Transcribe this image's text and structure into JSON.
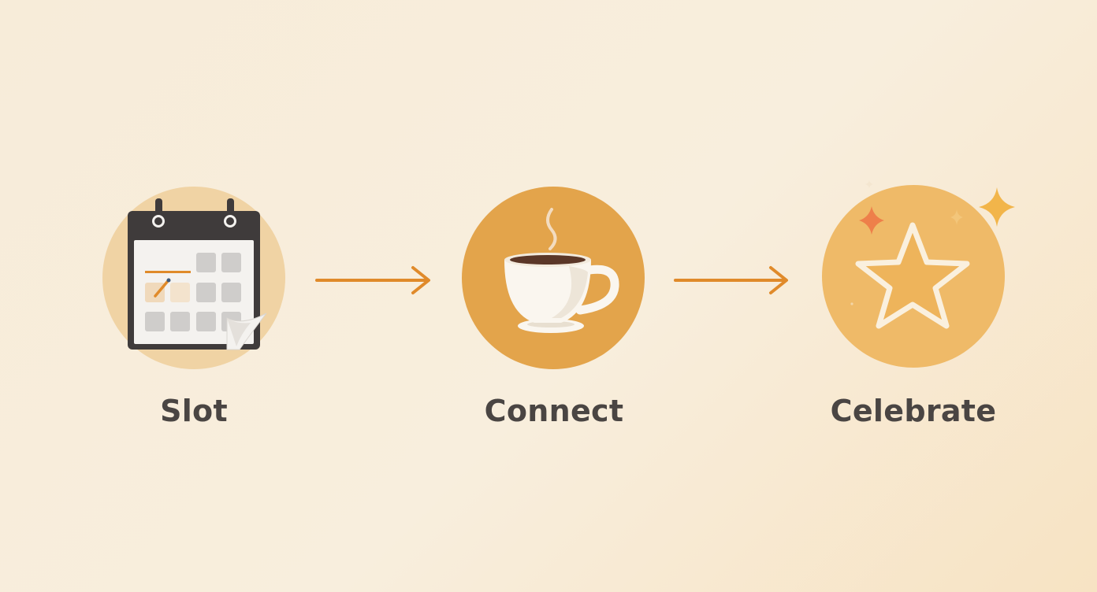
{
  "steps": [
    {
      "label": "Slot",
      "icon": "calendar-icon"
    },
    {
      "label": "Connect",
      "icon": "coffee-cup-icon"
    },
    {
      "label": "Celebrate",
      "icon": "star-icon"
    }
  ],
  "colors": {
    "accent": "#e08a2a",
    "circle_light": "#f0d3a4",
    "circle_mid": "#e3a44b",
    "circle_star": "#efba68",
    "text": "#4a4543",
    "calendar_dark": "#3f3b3b",
    "sparkle_orange": "#ee7f4a"
  }
}
